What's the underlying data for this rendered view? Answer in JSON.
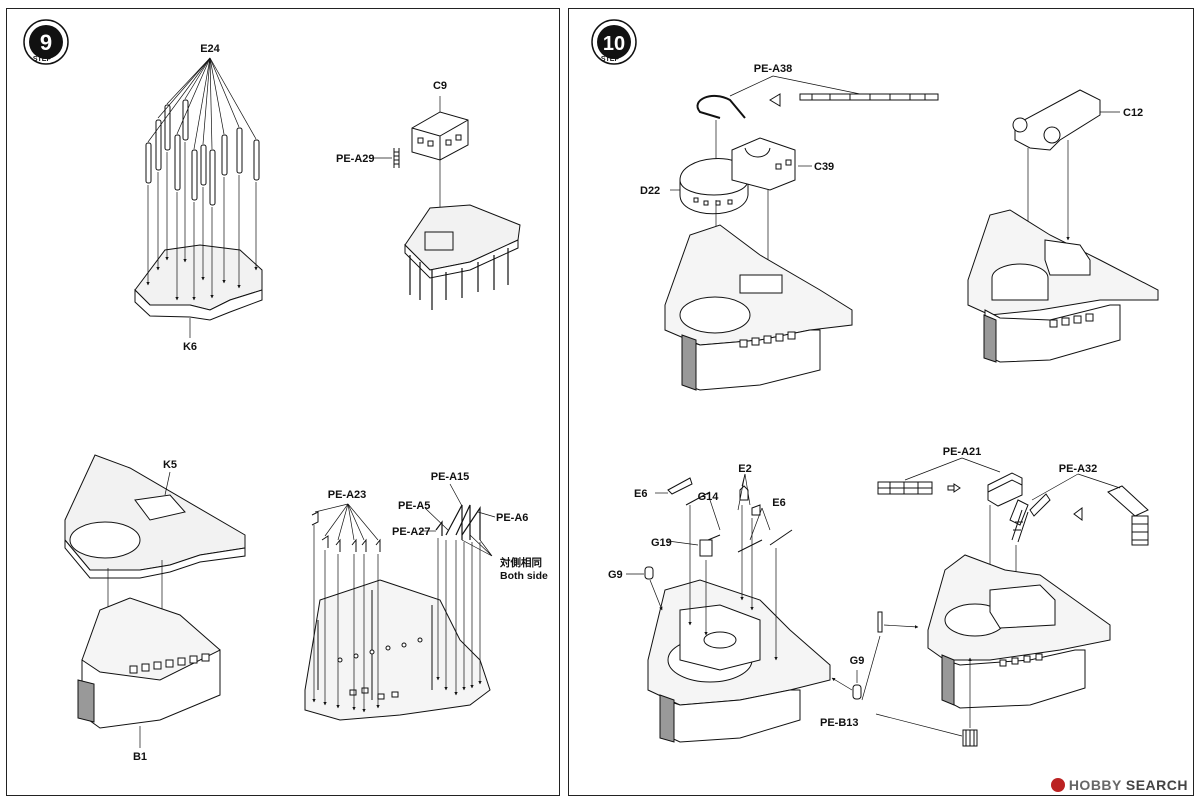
{
  "steps": [
    {
      "number": "9",
      "word": "STEP"
    },
    {
      "number": "10",
      "word": "STEP"
    }
  ],
  "labels": {
    "e24": "E24",
    "k6": "K6",
    "c9": "C9",
    "pe_a29": "PE-A29",
    "k5": "K5",
    "b1": "B1",
    "pe_a23": "PE-A23",
    "pe_a15": "PE-A15",
    "pe_a5": "PE-A5",
    "pe_a6": "PE-A6",
    "pe_a27": "PE-A27",
    "pe_a38": "PE-A38",
    "c39": "C39",
    "d22": "D22",
    "c12": "C12",
    "e6_left": "E6",
    "e2": "E2",
    "g14": "G14",
    "e6_right": "E6",
    "g19": "G19",
    "g9_left": "G9",
    "g9_right": "G9",
    "pe_b13": "PE-B13",
    "pe_a21": "PE-A21",
    "pe_a32": "PE-A32"
  },
  "notes": {
    "both_side_cn": "対側相同",
    "both_side_en": "Both side"
  },
  "watermark": {
    "brand": "HOBBY",
    "rest": "SEARCH"
  }
}
